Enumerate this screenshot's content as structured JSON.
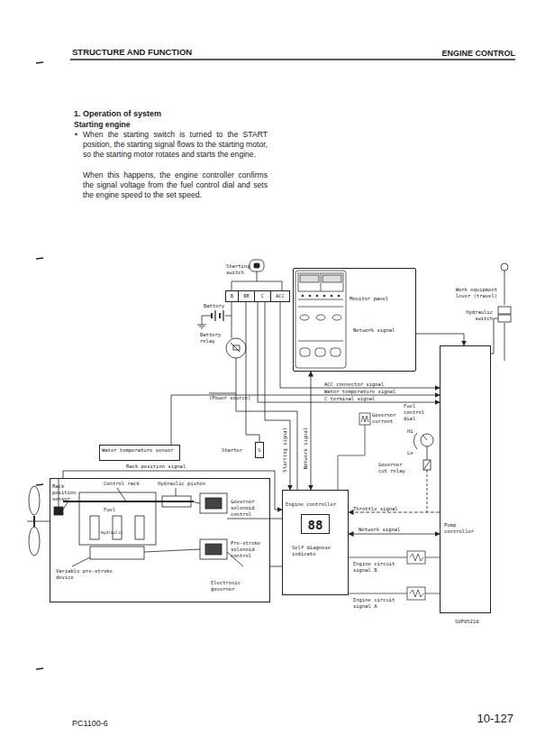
{
  "diagram": {
    "nodes": [
      {
        "text": [
          "Starting switch",
          "B",
          "BR",
          "C",
          "ACC"
        ]
      },
      {
        "text": [
          "Monitor panel"
        ]
      },
      {
        "text": [
          "Water temperature sensor"
        ]
      },
      {
        "text": [
          "Starter",
          "S"
        ]
      },
      {
        "text": [
          "Electronic governor"
        ]
      },
      {
        "text": [
          "Engine controller",
          "88",
          "Self diagnose indicate"
        ]
      },
      {
        "text": [
          "Pump controller"
        ]
      }
    ],
    "edges": [
      {
        "from": 1,
        "to": 6,
        "label": "Network signal",
        "arrow": "to"
      },
      {
        "from": 0,
        "to": 6,
        "label": "ACC connector signal",
        "arrow": "to"
      },
      {
        "from": 2,
        "to": 6,
        "label": "Water temperature signal",
        "arrow": "to"
      },
      {
        "from": 0,
        "to": 6,
        "label": "C terminal signal",
        "arrow": "to"
      },
      {
        "from": 0,
        "to": 3,
        "arrow": "none"
      },
      {
        "from": 0,
        "to": 5,
        "label": "Starting signal",
        "arrow": "to"
      },
      {
        "from": 1,
        "to": 5,
        "label": "Network signal",
        "arrow": "both"
      },
      {
        "from": 4,
        "to": 5,
        "label": "Rack position signal",
        "arrow": "to"
      },
      {
        "from": 6,
        "to": 5,
        "label": "Throttle signal",
        "arrow": "to"
      },
      {
        "from": 5,
        "to": 6,
        "label": "Network signal",
        "arrow": "both"
      },
      {
        "from": 5,
        "to": 4,
        "arrow": "none"
      },
      {
        "from": 5,
        "to": 4,
        "arrow": "none"
      }
    ],
    "labels": [
      "STRUCTURE AND FUNCTION",
      "ENGINE CONTROL",
      "1. Operation of system",
      "Starting engine",
      "•",
      "When the starting switch is turned to the START position, the starting signal flows to the starting motor, so the starting motor rotates and starts the engine.",
      "When this happens, the engine controller confirms the signal voltage from the fuel control dial and sets the engine speed to the set speed.",
      "Battery",
      "Battery relay",
      "(Power source)",
      "Work equipment lever (travel)",
      "Hydraulic switch",
      "Governor current",
      "Fuel control dial",
      "Hi",
      "Lo",
      "Governor cut relay",
      "Rack position sensor",
      "Control rack",
      "Hydraulic piston",
      "Fuel",
      "Hydraulic",
      "Governor solenoid control",
      "Pre-stroke solenoid control",
      "Variable pre-stroke device",
      "Engine circuit signal B",
      "Engine circuit signal A",
      "SUP05210",
      "PC1100-6",
      "10-127"
    ]
  }
}
